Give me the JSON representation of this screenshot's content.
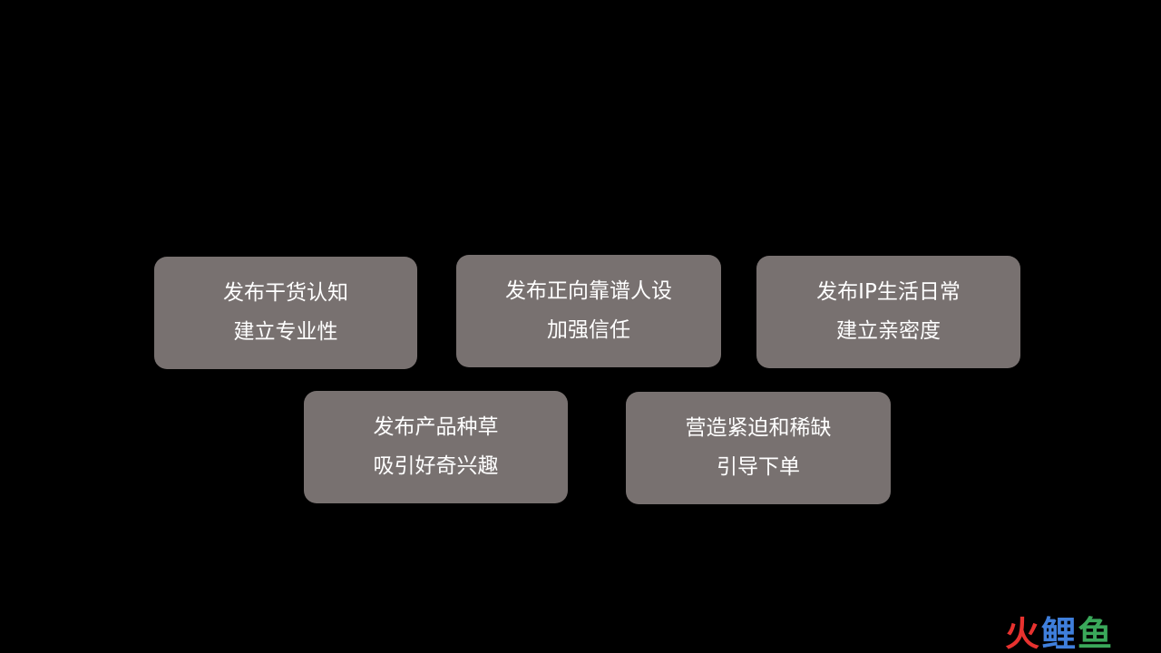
{
  "cards": [
    {
      "line1": "发布干货认知",
      "line2": "建立专业性"
    },
    {
      "line1": "发布正向靠谱人设",
      "line2": "加强信任"
    },
    {
      "line1": "发布IP生活日常",
      "line2": "建立亲密度"
    },
    {
      "line1": "发布产品种草",
      "line2": "吸引好奇兴趣"
    },
    {
      "line1": "营造紧迫和稀缺",
      "line2": "引导下单"
    }
  ],
  "logo": {
    "char1": "火",
    "char2": "鲤",
    "char3": "鱼",
    "colors": [
      "#e8322f",
      "#3f7fdc",
      "#3aa85a"
    ]
  },
  "colors": {
    "background": "#000000",
    "card": "#787170",
    "text": "#ffffff"
  }
}
